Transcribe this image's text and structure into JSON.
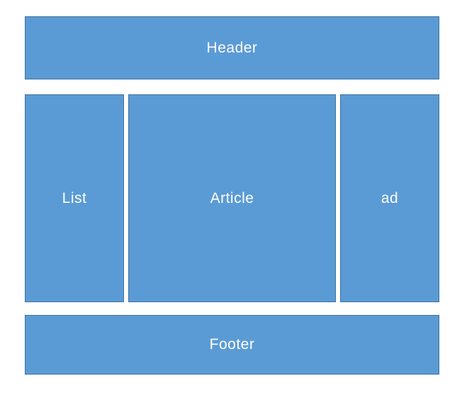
{
  "colors": {
    "canvas_background": "#ffffff",
    "box_fill": "#5b9bd5",
    "box_border": "#41719c",
    "box_text": "#ffffff"
  },
  "diagram": {
    "type": "webpage-layout-wireframe",
    "boxes": {
      "header": {
        "label": "Header"
      },
      "list": {
        "label": "List"
      },
      "article": {
        "label": "Article"
      },
      "ad": {
        "label": "ad"
      },
      "footer": {
        "label": "Footer"
      }
    }
  }
}
